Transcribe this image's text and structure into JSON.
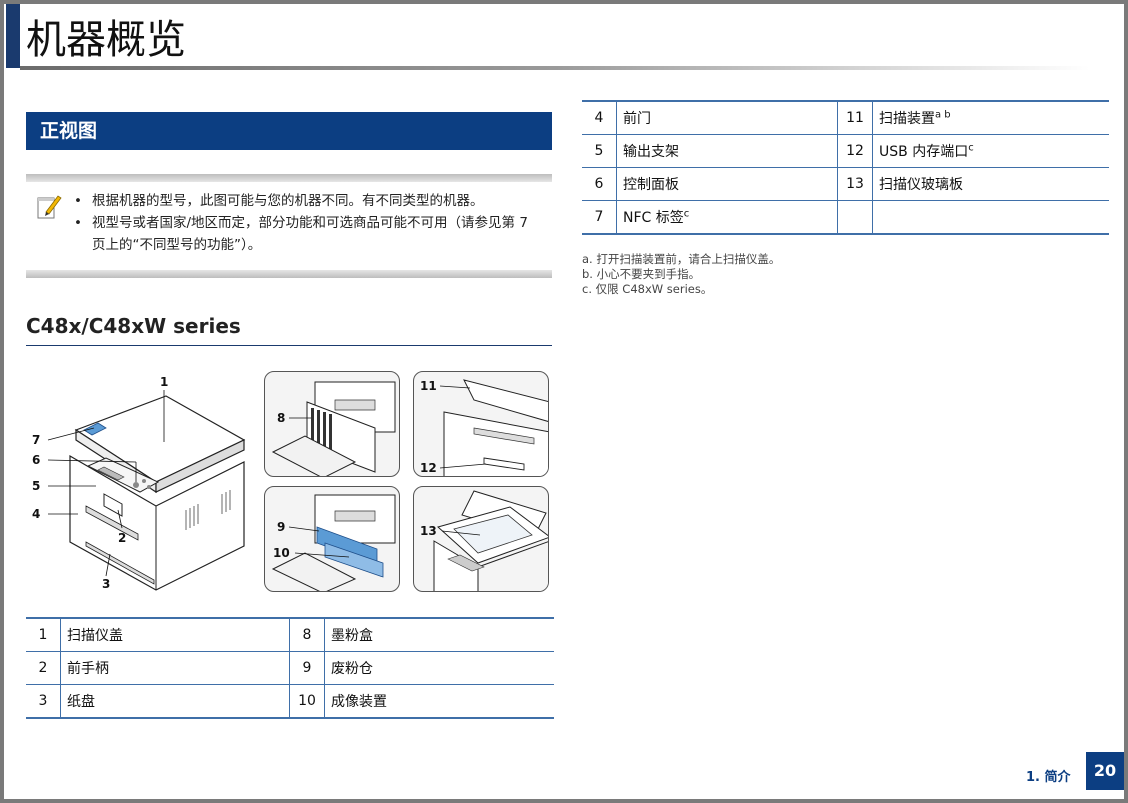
{
  "page": {
    "title": "机器概览",
    "section_heading": "正视图",
    "notes": [
      "根据机器的型号，此图可能与您的机器不同。有不同类型的机器。",
      "视型号或者国家/地区而定，部分功能和可选商品可能不可用（请参见第 7 页上的“不同型号的功能”）。"
    ],
    "series_heading": "C48x/C48xW series",
    "footer_label": "1. 简介",
    "page_number": "20"
  },
  "figure_callouts": {
    "c1": "1",
    "c2": "2",
    "c3": "3",
    "c4": "4",
    "c5": "5",
    "c6": "6",
    "c7": "7",
    "c8": "8",
    "c9": "9",
    "c10": "10",
    "c11": "11",
    "c12": "12",
    "c13": "13"
  },
  "table_left": [
    {
      "n1": "1",
      "l1": "扫描仪盖",
      "n2": "8",
      "l2": "墨粉盒"
    },
    {
      "n1": "2",
      "l1": "前手柄",
      "n2": "9",
      "l2": "废粉仓"
    },
    {
      "n1": "3",
      "l1": "纸盘",
      "n2": "10",
      "l2": "成像装置"
    }
  ],
  "table_right": [
    {
      "n1": "4",
      "l1": "前门",
      "n2": "11",
      "l2": "扫描装置",
      "s2": "a b"
    },
    {
      "n1": "5",
      "l1": "输出支架",
      "n2": "12",
      "l2": "USB 内存端口",
      "s2": "c"
    },
    {
      "n1": "6",
      "l1": "控制面板",
      "n2": "13",
      "l2": "扫描仪玻璃板",
      "s2": ""
    },
    {
      "n1": "7",
      "l1": "NFC 标签",
      "s1": "c",
      "n2": "",
      "l2": "",
      "s2": ""
    }
  ],
  "footnotes": [
    "a. 打开扫描装置前，请合上扫描仪盖。",
    "b. 小心不要夹到手指。",
    "c. 仅限 C48xW series。"
  ],
  "colors": {
    "accent": "#0c3e82",
    "table_rule": "#3f6fa8",
    "highlight": "#5b9bd5"
  }
}
